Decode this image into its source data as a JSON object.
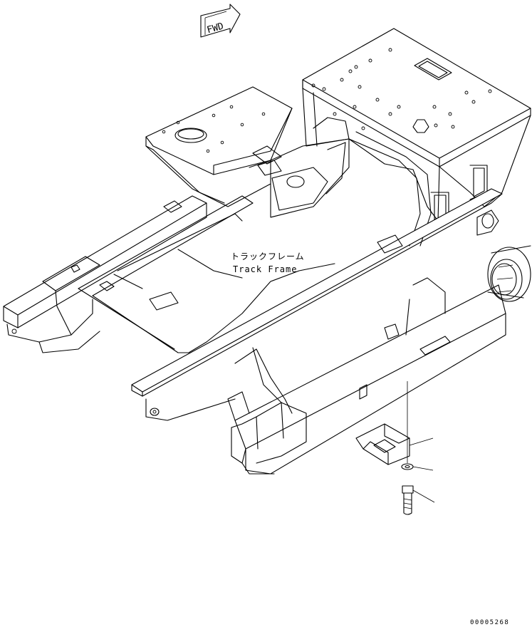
{
  "arrow": {
    "text": "FWD"
  },
  "label": {
    "jp": "トラックフレーム",
    "en": "Track Frame"
  },
  "drawing_code": "00005268"
}
